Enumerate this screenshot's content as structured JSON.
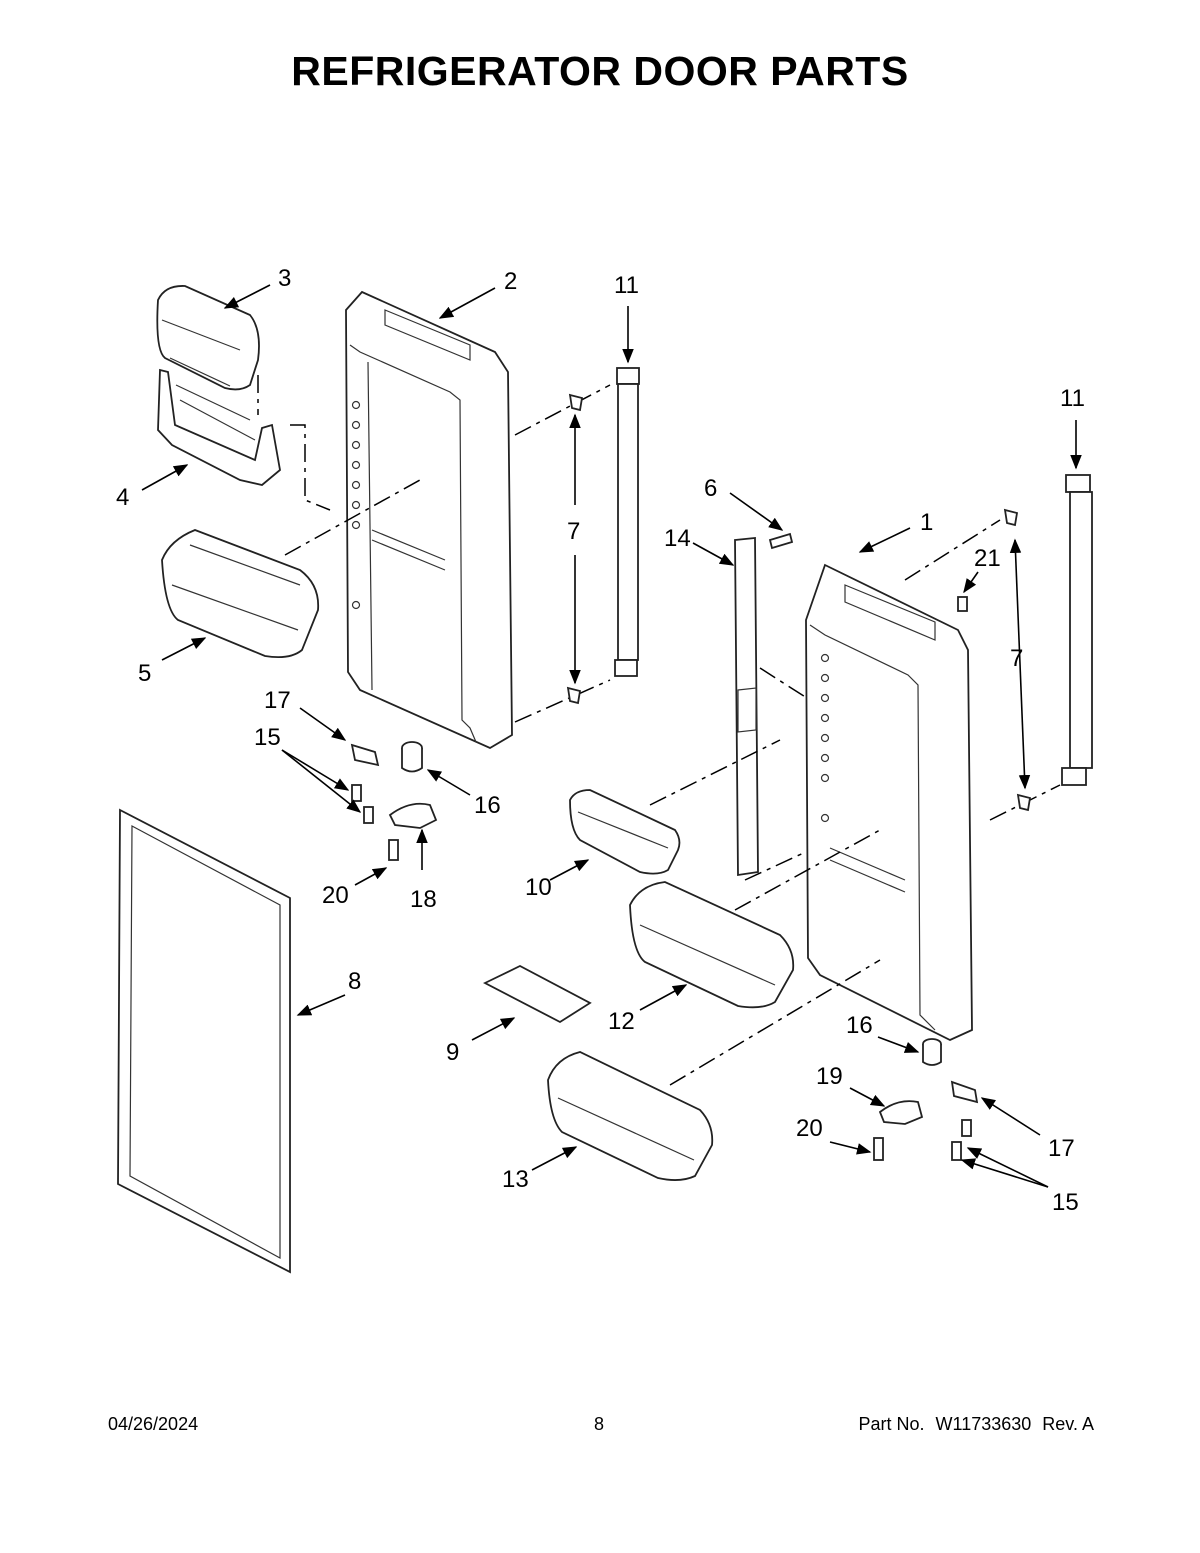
{
  "title": "REFRIGERATOR DOOR PARTS",
  "callouts": [
    {
      "id": "c1",
      "label": "1"
    },
    {
      "id": "c2",
      "label": "2"
    },
    {
      "id": "c3",
      "label": "3"
    },
    {
      "id": "c4",
      "label": "4"
    },
    {
      "id": "c5",
      "label": "5"
    },
    {
      "id": "c6",
      "label": "6"
    },
    {
      "id": "c7a",
      "label": "7"
    },
    {
      "id": "c7b",
      "label": "7"
    },
    {
      "id": "c8",
      "label": "8"
    },
    {
      "id": "c9",
      "label": "9"
    },
    {
      "id": "c10",
      "label": "10"
    },
    {
      "id": "c11a",
      "label": "11"
    },
    {
      "id": "c11b",
      "label": "11"
    },
    {
      "id": "c12",
      "label": "12"
    },
    {
      "id": "c13",
      "label": "13"
    },
    {
      "id": "c14",
      "label": "14"
    },
    {
      "id": "c15a",
      "label": "15"
    },
    {
      "id": "c15b",
      "label": "15"
    },
    {
      "id": "c16a",
      "label": "16"
    },
    {
      "id": "c16b",
      "label": "16"
    },
    {
      "id": "c17a",
      "label": "17"
    },
    {
      "id": "c17b",
      "label": "17"
    },
    {
      "id": "c18",
      "label": "18"
    },
    {
      "id": "c19",
      "label": "19"
    },
    {
      "id": "c20a",
      "label": "20"
    },
    {
      "id": "c20b",
      "label": "20"
    },
    {
      "id": "c21",
      "label": "21"
    }
  ],
  "footer": {
    "date": "04/26/2024",
    "page": "8",
    "part_label": "Part No.",
    "part_number": "W11733630",
    "rev": "Rev.  A"
  }
}
